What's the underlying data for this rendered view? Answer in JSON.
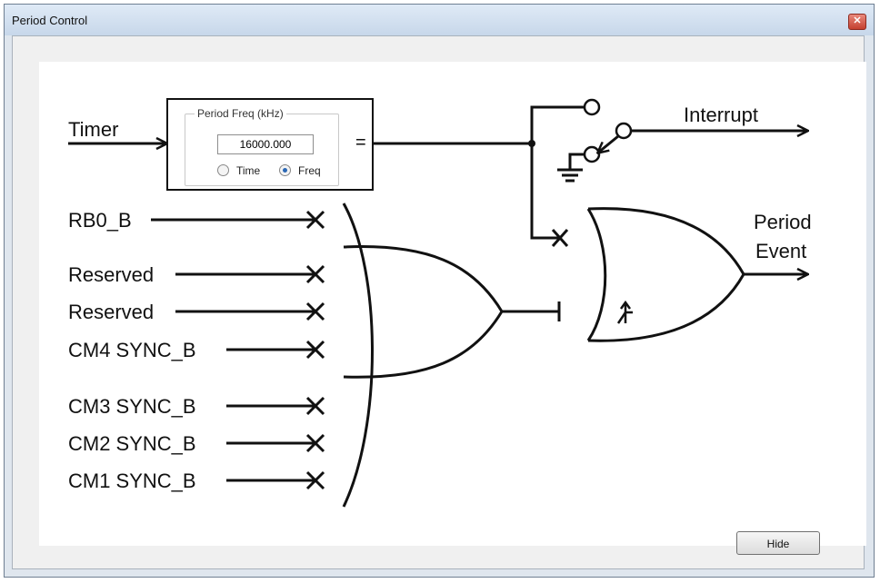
{
  "window": {
    "title": "Period Control",
    "close_icon": "close-icon"
  },
  "timer_label": "Timer",
  "period_freq": {
    "legend": "Period Freq (kHz)",
    "value": "16000.000",
    "options": [
      {
        "label": "Time",
        "selected": false
      },
      {
        "label": "Freq",
        "selected": true
      }
    ],
    "equals": "="
  },
  "inputs": [
    "RB0_B",
    "Reserved",
    "Reserved",
    "CM4 SYNC_B",
    "CM3 SYNC_B",
    "CM2 SYNC_B",
    "CM1 SYNC_B"
  ],
  "interrupt_label": "Interrupt",
  "period_event_label_1": "Period",
  "period_event_label_2": "Event",
  "hide_button": "Hide"
}
